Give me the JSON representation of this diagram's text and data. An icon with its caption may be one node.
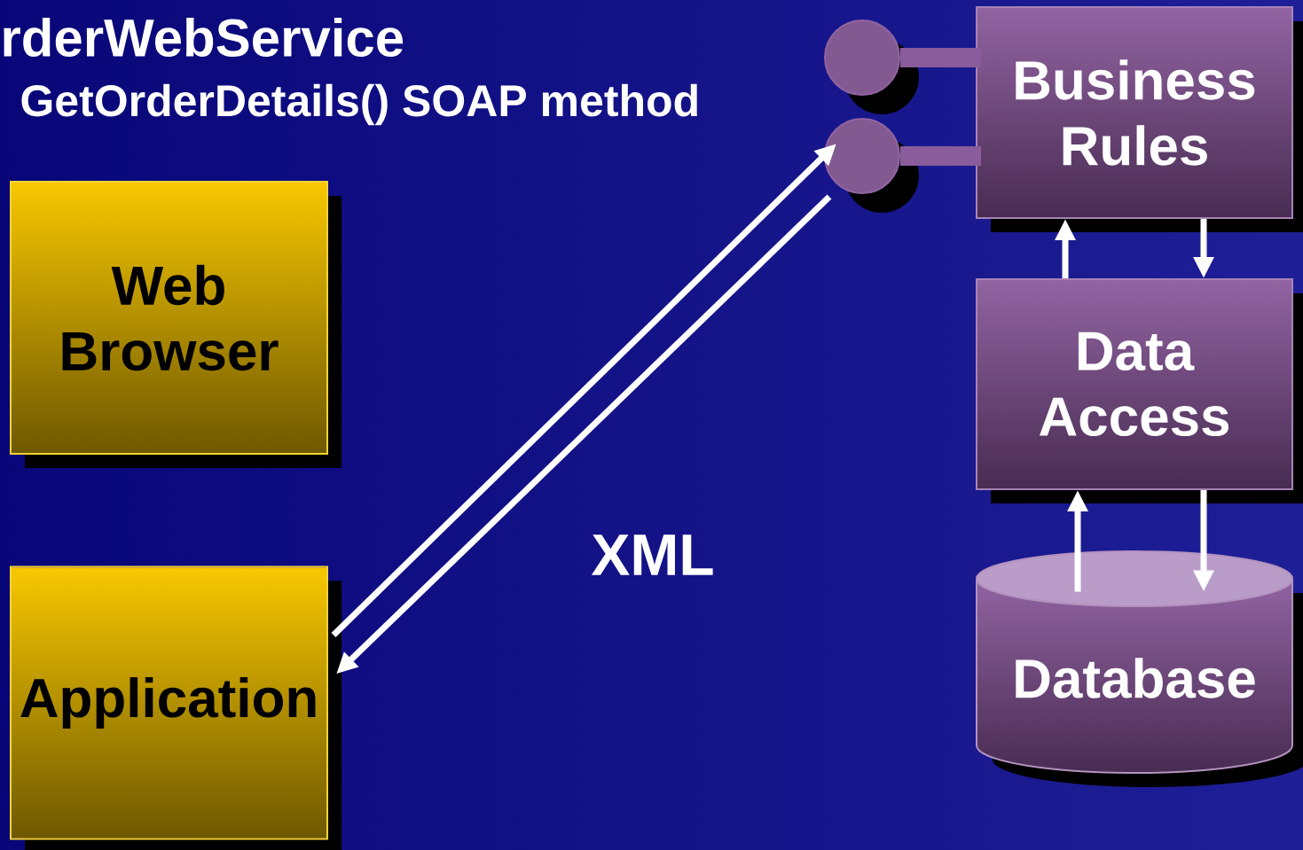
{
  "diagram": {
    "title": "rderWebService",
    "nodes": [
      {
        "text": [
          "Web Browser"
        ]
      },
      {
        "text": [
          "Application"
        ]
      },
      {
        "text": [],
        "shape": "circle"
      },
      {
        "text": [],
        "shape": "circle"
      },
      {
        "text": [
          "Business Rules"
        ]
      },
      {
        "text": [
          "Data Access"
        ]
      },
      {
        "text": [
          "Database"
        ]
      }
    ],
    "edges": [
      {
        "from": 2,
        "to": 4,
        "arrow": "none",
        "style": "thick",
        "color": "#8a5c9c"
      },
      {
        "from": 3,
        "to": 4,
        "arrow": "none",
        "style": "thick",
        "color": "#8a5c9c"
      },
      {
        "from": 1,
        "to": 3,
        "arrow": "to"
      },
      {
        "from": 3,
        "to": 1,
        "arrow": "to"
      },
      {
        "from": 5,
        "to": 4,
        "arrow": "to"
      },
      {
        "from": 4,
        "to": 5,
        "arrow": "to"
      },
      {
        "from": 6,
        "to": 5,
        "arrow": "to"
      },
      {
        "from": 5,
        "to": 6,
        "arrow": "to"
      }
    ],
    "labels": [
      "GetOrderDetails() SOAP method",
      "XML"
    ]
  }
}
